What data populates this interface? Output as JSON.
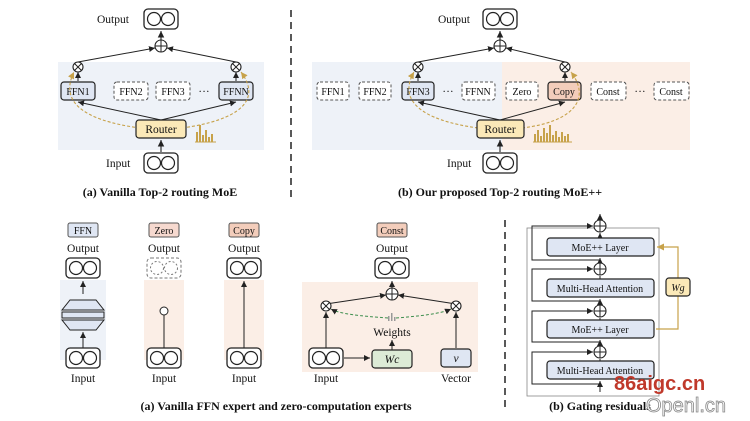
{
  "panel_a_top": {
    "output": "Output",
    "input": "Input",
    "experts": [
      "FFN1",
      "FFN2",
      "FFN3",
      "···",
      "FFNN"
    ],
    "router": "Router",
    "caption": "(a) Vanilla Top-2 routing MoE"
  },
  "panel_b_top": {
    "output": "Output",
    "input": "Input",
    "experts": [
      "FFN1",
      "FFN2",
      "FFN3",
      "···",
      "FFNN",
      "Zero",
      "Copy",
      "Const",
      "···",
      "Const"
    ],
    "router": "Router",
    "caption": "(b) Our proposed Top-2 routing MoE++"
  },
  "panel_a_bottom": {
    "ffn": {
      "tag": "FFN",
      "output": "Output",
      "input": "Input"
    },
    "zero": {
      "tag": "Zero",
      "output": "Output",
      "input": "Input"
    },
    "copy": {
      "tag": "Copy",
      "output": "Output",
      "input": "Input"
    },
    "const": {
      "tag": "Const",
      "output": "Output",
      "input": "Input",
      "weights": "Weights",
      "wc": "Wc",
      "v": "v",
      "vector": "Vector"
    },
    "caption": "(a) Vanilla FFN expert and zero-computation experts"
  },
  "panel_b_bottom": {
    "layers": [
      "MoE++ Layer",
      "Multi-Head Attention",
      "MoE++ Layer",
      "Multi-Head Attention"
    ],
    "wg": "Wg",
    "caption": "(b) Gating residuals"
  },
  "watermark": {
    "line1": "86aigc.cn",
    "line2": "Openl.cn"
  },
  "colors": {
    "ffn_fill": "#dfe6f3",
    "zero_fill": "#f6d9cf",
    "copy_fill": "#f3cdbb",
    "const_fill": "#f3cdbb",
    "router_fill": "#fbe9b8",
    "wc_fill": "#dcebd6",
    "v_fill": "#dfe6f3",
    "bg_blue": "#eef2f8",
    "bg_peach": "#fbeee6",
    "accent_arrow": "#c7a24a"
  }
}
